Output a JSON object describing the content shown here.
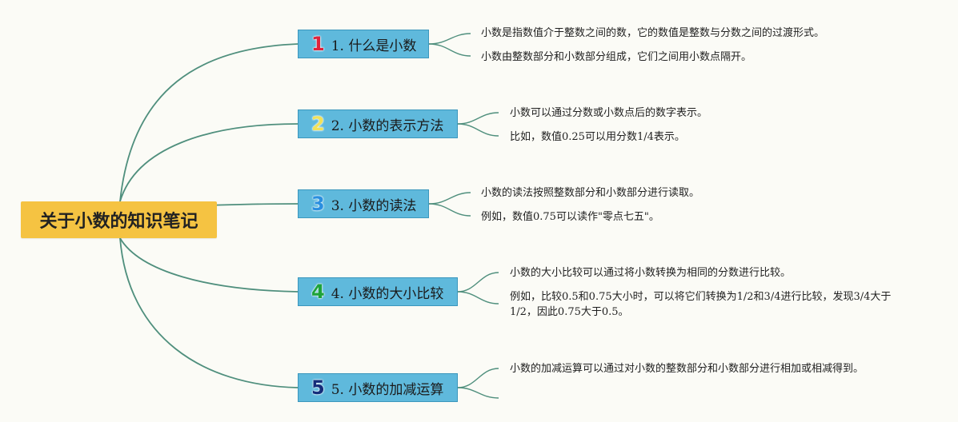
{
  "root": {
    "title": "关于小数的知识笔记"
  },
  "branches": [
    {
      "badge": "1",
      "badge_color": "#e0233c",
      "label": "1. 什么是小数",
      "notes": [
        "小数是指数值介于整数之间的数，它的数值是整数与分数之间的过渡形式。",
        "小数由整数部分和小数部分组成，它们之间用小数点隔开。"
      ]
    },
    {
      "badge": "2",
      "badge_color": "#f2e25a",
      "label": "2. 小数的表示方法",
      "notes": [
        "小数可以通过分数或小数点后的数字表示。",
        "比如，数值0.25可以用分数1/4表示。"
      ]
    },
    {
      "badge": "3",
      "badge_color": "#2a8fe0",
      "label": "3. 小数的读法",
      "notes": [
        "小数的读法按照整数部分和小数部分进行读取。",
        "例如，数值0.75可以读作\"零点七五\"。"
      ]
    },
    {
      "badge": "4",
      "badge_color": "#1ea33a",
      "label": "4. 小数的大小比较",
      "notes": [
        "小数的大小比较可以通过将小数转换为相同的分数进行比较。",
        "例如，比较0.5和0.75大小时，可以将它们转换为1/2和3/4进行比较，发现3/4大于1/2，因此0.75大于0.5。"
      ]
    },
    {
      "badge": "5",
      "badge_color": "#142d7a",
      "label": "5. 小数的加减运算",
      "notes": [
        "小数的加减运算可以通过对小数的整数部分和小数部分进行相加或相减得到。"
      ]
    }
  ]
}
